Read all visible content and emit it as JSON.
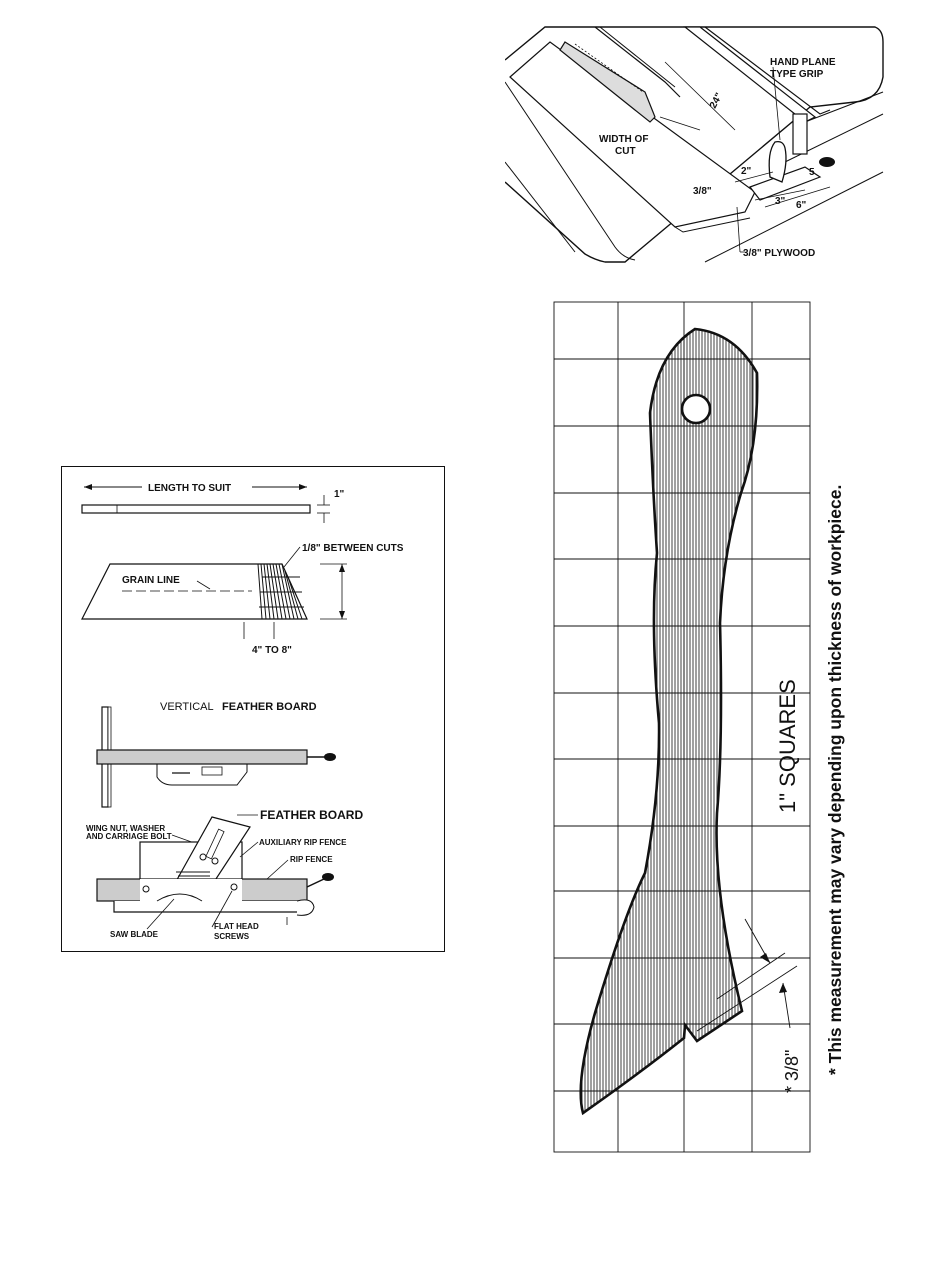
{
  "push_stick_diagram": {
    "hand_grip_label_1": "HAND PLANE",
    "hand_grip_label_2": "TYPE GRIP",
    "length_label": "24\"",
    "width_label_1": "WIDTH OF",
    "width_label_2": "CUT",
    "dim_38": "3/8\"",
    "dim_2": "2\"",
    "dim_3": "3\"",
    "dim_6": "6\"",
    "dim_5": "5",
    "plywood_label": "3/8\" PLYWOOD"
  },
  "featherboard_diagram": {
    "length_label": "LENGTH TO SUIT",
    "thickness_label": "1\"",
    "between_cuts_label": "1/8\" BETWEEN CUTS",
    "grain_line_label": "GRAIN LINE",
    "range_label": "4\" TO 8\"",
    "vertical_prefix": "VERTICAL",
    "vertical_title": "FEATHER BOARD",
    "feather_board_title": "FEATHER BOARD",
    "wing_nut_label_1": "WING NUT, WASHER",
    "wing_nut_label_2": "AND CARRIAGE BOLT",
    "aux_fence_label": "AUXILIARY RIP FENCE",
    "rip_fence_label": "RIP FENCE",
    "saw_blade_label": "SAW BLADE",
    "flat_head_label_1": "FLAT HEAD",
    "flat_head_label_2": "SCREWS"
  },
  "pattern_diagram": {
    "grid_label": "1\" SQUARES",
    "measure_label": "* 3/8\"",
    "footnote": "* This measurement may vary depending upon thickness of workpiece."
  }
}
